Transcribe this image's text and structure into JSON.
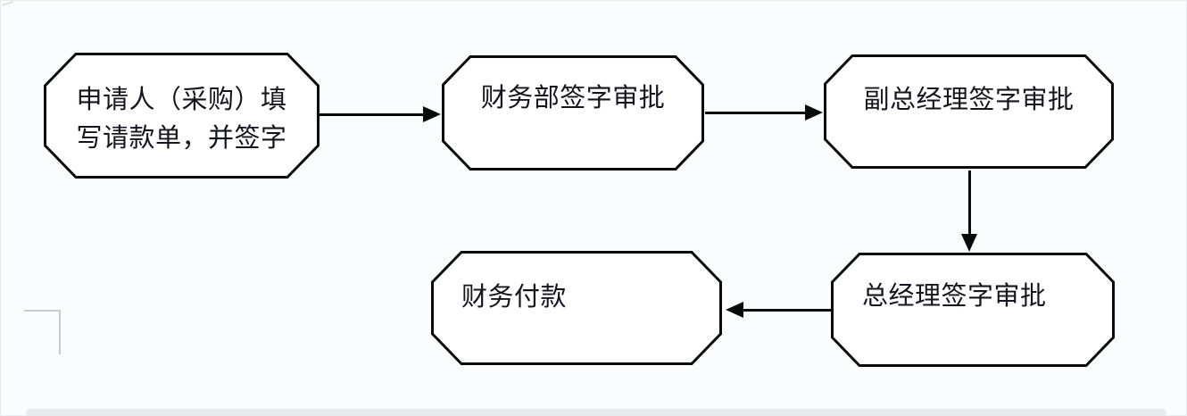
{
  "diagram": {
    "nodes": [
      {
        "id": "applicant",
        "label": "申请人（采购）填写请款单，并签字",
        "lines": [
          "申请人（采购）填",
          "写请款单，并签字"
        ],
        "shape": "octagon"
      },
      {
        "id": "finance-dept-approval",
        "label": "财务部签字审批",
        "shape": "octagon"
      },
      {
        "id": "deputy-gm-approval",
        "label": "副总经理签字审批",
        "shape": "octagon"
      },
      {
        "id": "gm-approval",
        "label": "总经理签字审批",
        "shape": "octagon"
      },
      {
        "id": "finance-payment",
        "label": "财务付款",
        "shape": "octagon"
      }
    ],
    "edges": [
      {
        "from": "applicant",
        "to": "finance-dept-approval",
        "direction": "right"
      },
      {
        "from": "finance-dept-approval",
        "to": "deputy-gm-approval",
        "direction": "right"
      },
      {
        "from": "deputy-gm-approval",
        "to": "gm-approval",
        "direction": "down"
      },
      {
        "from": "gm-approval",
        "to": "finance-payment",
        "direction": "left"
      }
    ]
  },
  "colors": {
    "stroke": "#0a0a0a",
    "node_fill": "#ffffff",
    "background": "#fbfcfd",
    "text": "#15151f",
    "scrollbar": "#e9eaec"
  }
}
